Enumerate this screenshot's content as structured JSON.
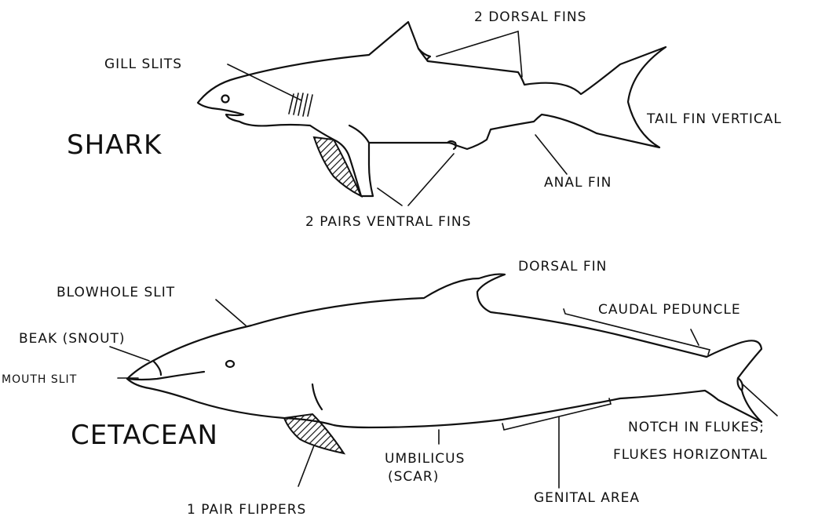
{
  "shark": {
    "title": "SHARK",
    "labels": {
      "gill_slits": "GILL SLITS",
      "dorsal_fins": "2 DORSAL FINS",
      "tail_fin": "TAIL FIN VERTICAL",
      "anal_fin": "ANAL FIN",
      "ventral_fins": "2 PAIRS VENTRAL FINS"
    }
  },
  "cetacean": {
    "title": "CETACEAN",
    "labels": {
      "dorsal_fin": "DORSAL FIN",
      "blowhole": "BLOWHOLE SLIT",
      "beak": "BEAK (SNOUT)",
      "mouth": "MOUTH SLIT",
      "caudal_peduncle": "CAUDAL PEDUNCLE",
      "notch_line1": "NOTCH IN FLUKES;",
      "notch_line2": "FLUKES HORIZONTAL",
      "umbilicus_line1": "UMBILICUS",
      "umbilicus_line2": "(SCAR)",
      "genital_area": "GENITAL AREA",
      "flippers": "1 PAIR FLIPPERS"
    }
  }
}
